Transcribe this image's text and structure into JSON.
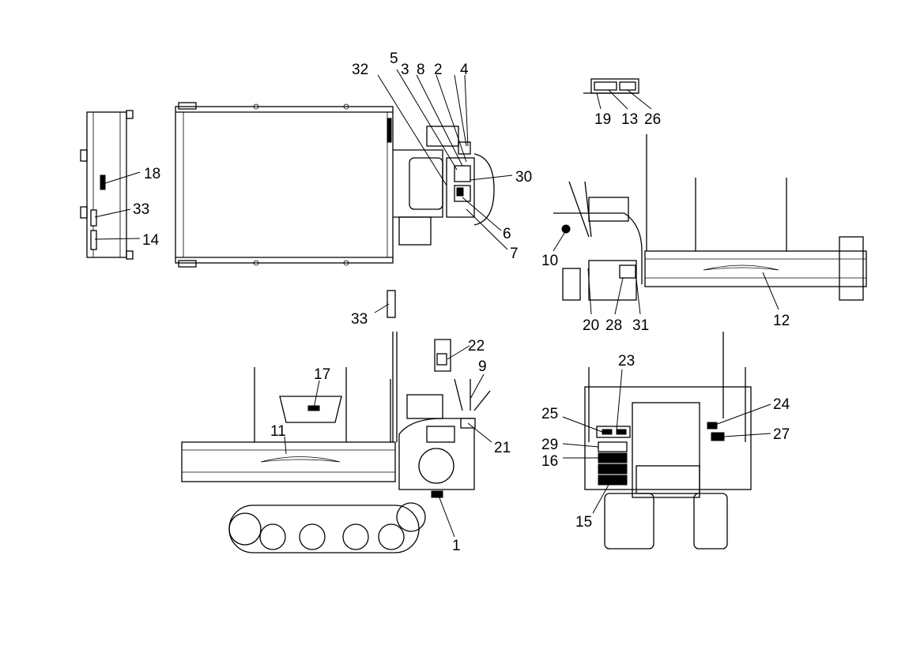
{
  "labels": {
    "n1": "1",
    "n2": "2",
    "n3": "3",
    "n4": "4",
    "n5": "5",
    "n6": "6",
    "n7": "7",
    "n8": "8",
    "n9": "9",
    "n10": "10",
    "n11": "11",
    "n12": "12",
    "n13": "13",
    "n14": "14",
    "n15": "15",
    "n16": "16",
    "n17": "17",
    "n18": "18",
    "n19": "19",
    "n20": "20",
    "n21": "21",
    "n22": "22",
    "n23": "23",
    "n24": "24",
    "n25": "25",
    "n26": "26",
    "n27": "27",
    "n28": "28",
    "n29": "29",
    "n30": "30",
    "n31": "31",
    "n32": "32",
    "n33a": "33",
    "n33b": "33"
  }
}
